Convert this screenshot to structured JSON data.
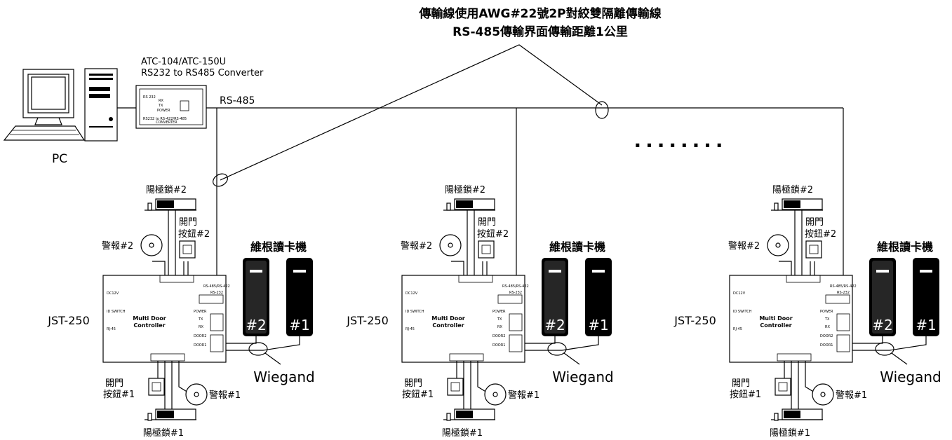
{
  "header": {
    "line1": "傳輸線使用AWG#22號2P對絞雙隔離傳輸線",
    "line2": "RS-485傳輸界面傳輸距離1公里"
  },
  "pc": {
    "label": "PC"
  },
  "converter": {
    "model": "ATC-104/ATC-150U",
    "description": "RS232 to RS485 Converter"
  },
  "bus": {
    "label": "RS-485",
    "ellipsis": "........"
  },
  "units": [
    {
      "controller_label": "JST-250",
      "panel_title_1": "Multi Door",
      "panel_title_2": "Controller",
      "lock2": "陽極鎖#2",
      "lock1": "陽極鎖#1",
      "alarm2": "警報#2",
      "alarm1": "警報#1",
      "button2_line1": "開門",
      "button2_line2": "按鈕#2",
      "button1_line1": "開門",
      "button1_line2": "按鈕#1",
      "reader_group": "維根讀卡機",
      "reader_a": "#2",
      "reader_b": "#1",
      "wiegand": "Wiegand"
    },
    {
      "controller_label": "JST-250",
      "panel_title_1": "Multi Door",
      "panel_title_2": "Controller",
      "lock2": "陽極鎖#2",
      "lock1": "陽極鎖#1",
      "alarm2": "警報#2",
      "alarm1": "警報#1",
      "button2_line1": "開門",
      "button2_line2": "按鈕#2",
      "button1_line1": "開門",
      "button1_line2": "按鈕#1",
      "reader_group": "維根讀卡機",
      "reader_a": "#2",
      "reader_b": "#1",
      "wiegand": "Wiegand"
    },
    {
      "controller_label": "JST-250",
      "panel_title_1": "Multi Door",
      "panel_title_2": "Controller",
      "lock2": "陽極鎖#2",
      "lock1": "陽極鎖#1",
      "alarm2": "警報#2",
      "alarm1": "警報#1",
      "button2_line1": "開門",
      "button2_line2": "按鈕#2",
      "button1_line1": "開門",
      "button1_line2": "按鈕#1",
      "reader_group": "維根讀卡機",
      "reader_a": "#2",
      "reader_b": "#1",
      "wiegand": "Wiegand"
    }
  ]
}
